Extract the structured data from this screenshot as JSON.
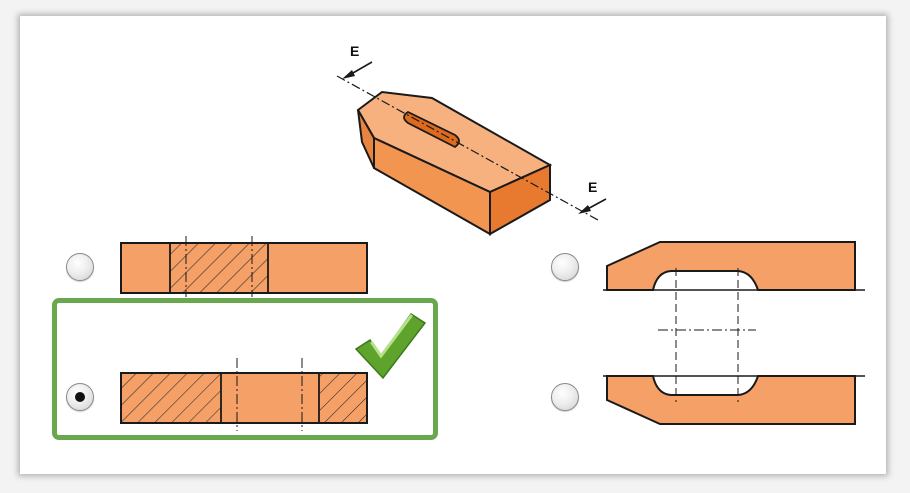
{
  "section_marker": "E",
  "options": [
    {
      "id": "A",
      "selected": false
    },
    {
      "id": "B",
      "selected": true,
      "marked_correct": true
    },
    {
      "id": "C",
      "selected": false
    },
    {
      "id": "D",
      "selected": false
    }
  ],
  "colors": {
    "part_fill": "#f4a066",
    "outline": "#1a1a1a",
    "correct_border": "#6aa84f",
    "checkmark": "#5ea32c"
  }
}
